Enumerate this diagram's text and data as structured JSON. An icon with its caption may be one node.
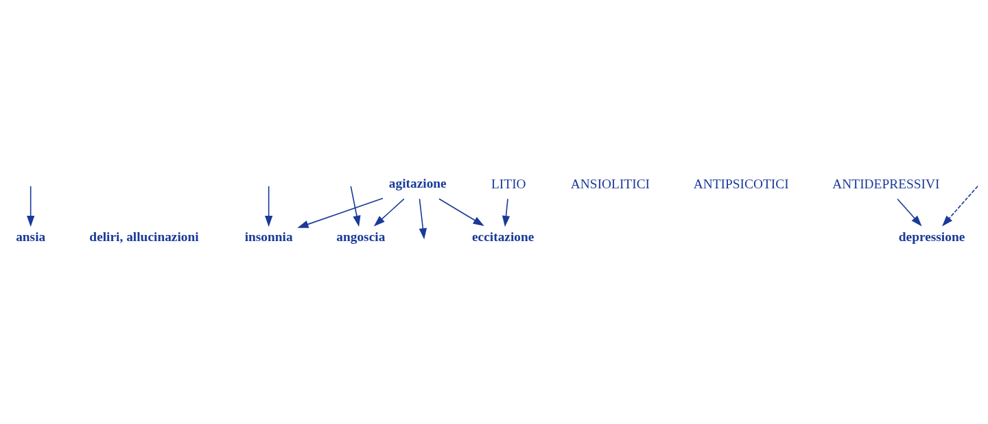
{
  "diagram": {
    "nodes": [
      {
        "text": [
          "ansia"
        ]
      },
      {
        "text": [
          "deliri, allucinazioni"
        ]
      },
      {
        "text": [
          "insonnia"
        ]
      },
      {
        "text": [
          "ANSIOLITICI"
        ]
      },
      {
        "text": [
          "angoscia"
        ]
      },
      {
        "text": [
          "agitazione"
        ]
      },
      {
        "text": [
          "ANTIPSICOTICI"
        ]
      },
      {
        "text": [
          "depressione"
        ]
      },
      {
        "text": [
          "eccitazione"
        ]
      },
      {
        "text": [
          "ANTIDEPRESSIVI"
        ]
      },
      {
        "text": [
          "LITIO"
        ]
      }
    ],
    "edges": [
      {
        "from": null,
        "to": 0,
        "arrow": "to"
      },
      {
        "from": null,
        "to": 7,
        "arrow": "to",
        "style": "dashed"
      },
      {
        "from": null,
        "to": 2,
        "arrow": "to"
      },
      {
        "from": null,
        "to": 4,
        "arrow": "to"
      },
      {
        "from": 5,
        "to": 2,
        "arrow": "to"
      },
      {
        "from": 5,
        "to": 4,
        "arrow": "to"
      },
      {
        "from": 5,
        "to": null,
        "arrow": "to"
      },
      {
        "from": 5,
        "to": 8,
        "arrow": "to"
      },
      {
        "from": 9,
        "to": 7,
        "arrow": "to"
      },
      {
        "from": 10,
        "to": 8,
        "arrow": "to"
      }
    ]
  }
}
